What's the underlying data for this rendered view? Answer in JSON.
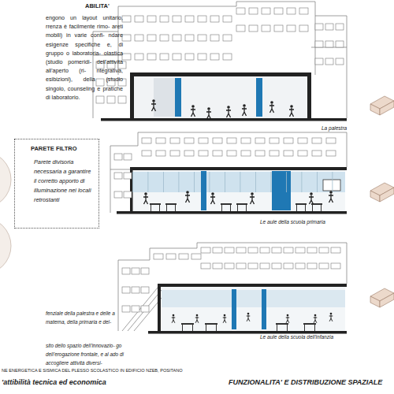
{
  "diagram": {
    "title": "FUNZIONALITA' E DISTRIBUZIONE SPAZIALE",
    "nodes": [
      {
        "text": [
          "PARETE FILTRO",
          "Parete divisoria necessaria a garantire il corretto apporto di illuminazione nei locali retrostanti"
        ]
      }
    ],
    "labels": [
      "ABILITA'",
      "engono un layout unitario, rrenza è facilmente rimo- areti mobili) in varie confi- ndare esigenze specifiche e, di gruppo o laboratoria- olastica (studio pomeridi- dell'attività all'aperto (ri- ntegrativa, esibizioni), della (studio singolo, counseling e pratiche di laboratorio.",
      "fenziale della palestra e delle a materna, della primaria e del-",
      "sito dello spazio dell'innovazio- go dell'erogazione frontale, e al ado di accogliere attività diversi-",
      "La palestra",
      "Le aule della scuola primaria",
      "Le aule della scuola dell'infanzia",
      "NE ENERGETICA E SISMICA DEL PLESSO SCOLASTICO IN EDIFICIO NZEB, POSITANO",
      "'attibilità tecnica ed economica"
    ]
  }
}
